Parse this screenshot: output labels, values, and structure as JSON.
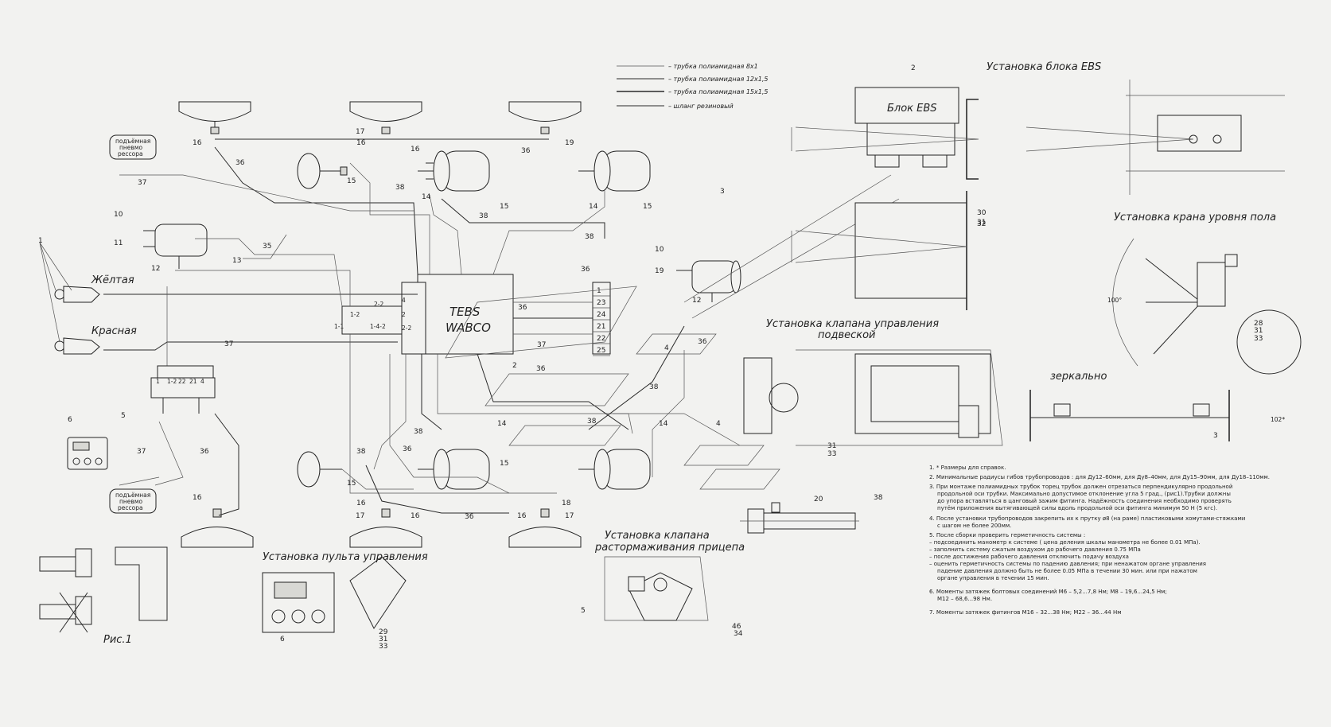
{
  "legend": [
    "– трубка полиамидная 8х1",
    "– трубка полиамидная 12х1,5",
    "– трубка полиамидная 15х1,5",
    "– шланг резиновый"
  ],
  "titles": {
    "ebs": "Установка блока EBS",
    "ebs_block": "Блок EBS",
    "floor_valve": "Установка крана уровня пола",
    "suspension_valve_1": "Установка клапана управления",
    "suspension_valve_2": "подвеской",
    "mirror": "зеркально",
    "release_valve_1": "Установка клапана",
    "release_valve_2": "растормаживания прицепа",
    "control_panel": "Установка пульта управления",
    "figure": "Рис.1"
  },
  "tebs": {
    "line1": "TEBS",
    "line2": "WABCO"
  },
  "couplings": {
    "yellow": "Жёлтая",
    "red": "Красная"
  },
  "lift_label": [
    "подъёмная",
    "пневмо",
    "рессора"
  ],
  "port_labels": [
    "1",
    "23",
    "24",
    "21",
    "22",
    "25"
  ],
  "module_ports": [
    "1-1",
    "1-2",
    "2-2",
    "2",
    "4",
    "2-2",
    "1-4-2"
  ],
  "block5_ports": [
    "1",
    "1-2",
    "22",
    "21",
    "4"
  ],
  "callouts": [
    "1",
    "2",
    "3",
    "4",
    "5",
    "6",
    "10",
    "11",
    "12",
    "13",
    "14",
    "15",
    "16",
    "17",
    "18",
    "19",
    "20",
    "28",
    "29",
    "30",
    "31",
    "32",
    "33",
    "34",
    "35",
    "36",
    "37",
    "38",
    "46"
  ],
  "notes": [
    "1. * Размеры для справок.",
    "2. Минимальные радиусы гибов трубопроводов : для Ду12–60мм, для Ду8–40мм, для Ду15–90мм, для Ду18–110мм.",
    "3. При монтаже полиамидных трубок торец трубок должен отрезаться перпендикулярно продольной",
    "продольной оси трубки. Максимально допустимое отклонение угла     5 град., (рис1).Трубки должны",
    "до упора вставляться в цанговый зажим фитинга. Надёжность соединения необходимо проверять",
    "путём приложения вытягивающей силы вдоль продольной оси фитинга минимум 50 Н (5 кгс).",
    "4. После установки трубопроводов закрепить их к прутку ø8 (на раме) пластиковыми хомутами-стяжками",
    "с шагом не более 200мм.",
    "5. После сборки  проверить герметичность системы :",
    "– подсоединить манометр к системе ( цена деления шкалы манометра не более 0.01 МПа).",
    "– заполнить систему сжатым воздухом до рабочего давления 0.75 МПа",
    "– после достижения рабочего давления отключить подачу воздуха",
    "– оценить герметичность системы по падению давления; при ненажатом органе управления",
    "падение давления должно быть не более 0.05 МПа в течении 30 мин. или при нажатом",
    "органе управления в течении 15 мин.",
    "6. Моменты затяжек болтовых соединений М6 – 5,2...7,8 Нм; М8 – 19,6...24,5 Нм;",
    "М12 – 68,6...98 Нм.",
    "7. Моменты затяжек фитингов М16 – 32...38 Нм; М22 – 36...44 Нм"
  ],
  "dims": {
    "d100": "100°",
    "d102": "102*"
  },
  "colors": {
    "ink": "#2a2a2a",
    "paper": "#f2f2f0"
  }
}
